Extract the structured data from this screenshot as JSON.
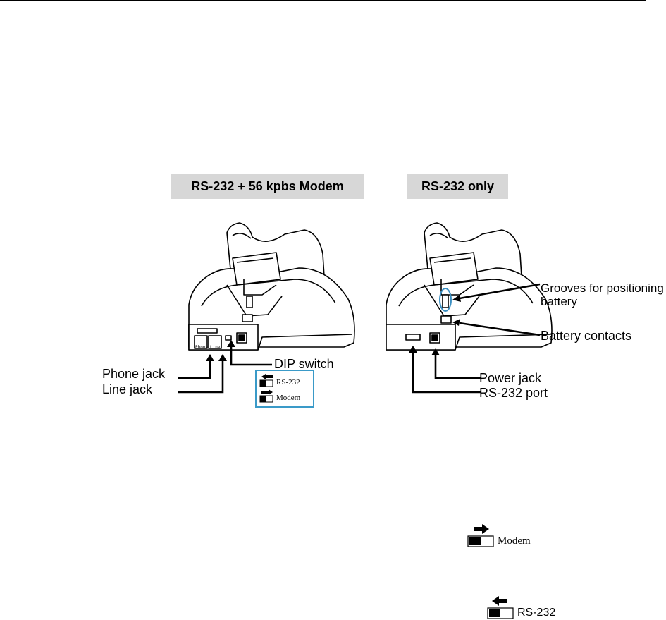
{
  "diagram": {
    "left_banner": "RS-232 + 56 kpbs Modem",
    "right_banner": "RS-232 only",
    "left_callouts": {
      "phone_jack": "Phone jack",
      "line_jack": "Line jack",
      "dip_switch": "DIP switch",
      "phone_port_marking": "Phone",
      "line_port_marking": "Line"
    },
    "dip_legend": {
      "rs232_label": "RS-232",
      "modem_label": "Modem"
    },
    "right_callouts": {
      "grooves": "Grooves for positioning battery",
      "battery_contacts": "Battery contacts",
      "power_jack": "Power jack",
      "rs232_port": "RS-232 port"
    }
  },
  "inline_switch_icons": {
    "modem_label": "Modem",
    "rs232_label": "RS-232"
  }
}
